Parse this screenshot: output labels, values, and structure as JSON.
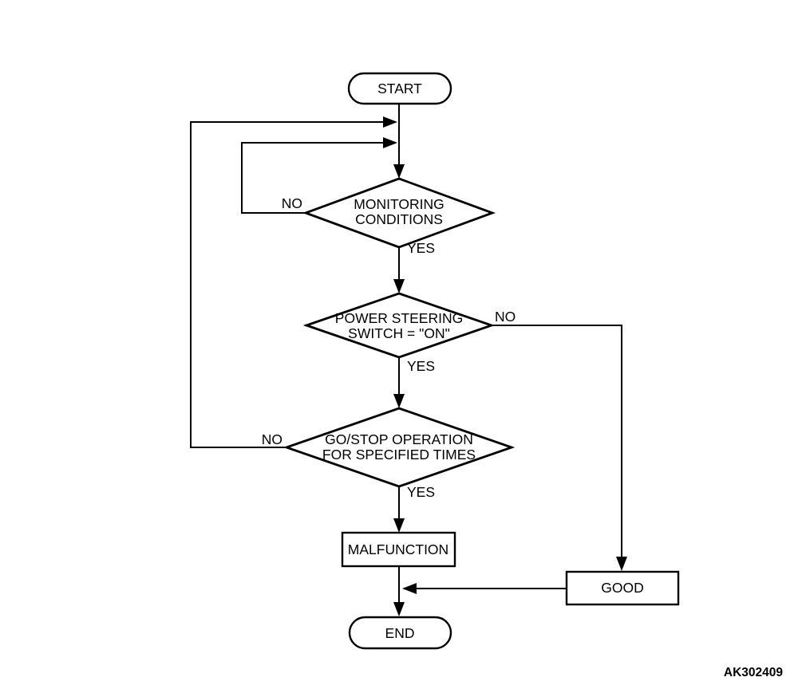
{
  "nodes": {
    "start": {
      "label": "START"
    },
    "monitoring_conditions": {
      "line1": "MONITORING",
      "line2": "CONDITIONS"
    },
    "power_steering_switch": {
      "line1": "POWER STEERING",
      "line2": "SWITCH = \"ON\""
    },
    "go_stop_operation": {
      "line1": "GO/STOP OPERATION",
      "line2": "FOR SPECIFIED TIMES"
    },
    "malfunction": {
      "label": "MALFUNCTION"
    },
    "good": {
      "label": "GOOD"
    },
    "end": {
      "label": "END"
    }
  },
  "edge_labels": {
    "monitoring_no": "NO",
    "monitoring_yes": "YES",
    "power_steering_no": "NO",
    "power_steering_yes": "YES",
    "go_stop_no": "NO",
    "go_stop_yes": "YES"
  },
  "footer": {
    "figure_code": "AK302409"
  },
  "colors": {
    "stroke": "#000000",
    "background": "#ffffff"
  }
}
